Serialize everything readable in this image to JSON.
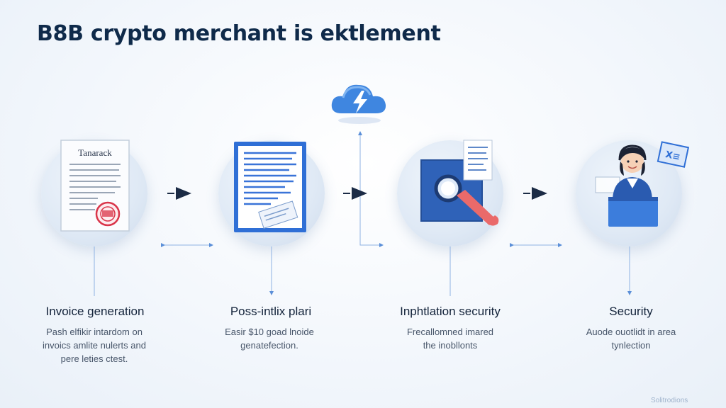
{
  "title": "B8B crypto merchant is ektlement",
  "steps": [
    {
      "title": "Invoice generation",
      "desc": [
        "Pash elfikir intardom on",
        "invoics amlite nulerts and",
        "pere leties ctest."
      ],
      "doc_heading": "Tanarack"
    },
    {
      "title": "Poss-intlix plari",
      "desc": [
        "Easir $10 goad lnoide",
        "genatefection."
      ]
    },
    {
      "title": "Inphtlation security",
      "desc": [
        "Frecallomned imared",
        "the inobllonts"
      ]
    },
    {
      "title": "Security",
      "desc": [
        "Auode ouotlidt in area",
        "tynlection"
      ],
      "badge_text": "X≡"
    }
  ],
  "watermark": "Solitrodions",
  "colors": {
    "navy": "#0f2a4a",
    "accent": "#2f6fd6",
    "arrow": "#1b2b45",
    "connector": "#5b8fd8",
    "stamp": "#d9354a"
  },
  "icons": [
    "invoice-document-icon",
    "contract-document-icon",
    "magnifier-security-icon",
    "support-agent-icon",
    "cloud-lightning-icon",
    "play-arrow-icon"
  ]
}
